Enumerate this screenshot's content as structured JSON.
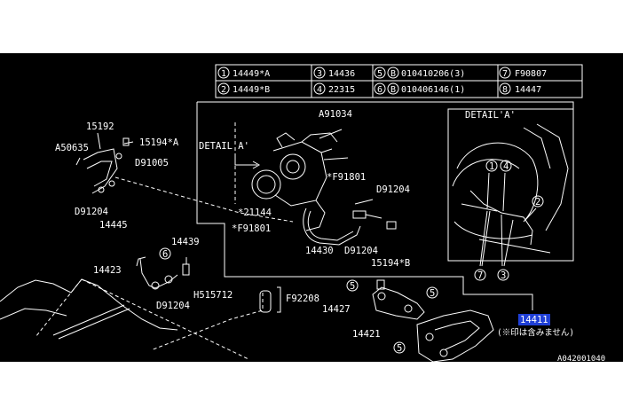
{
  "legend": [
    {
      "num": "1",
      "part": "14449*A"
    },
    {
      "num": "2",
      "part": "14449*B"
    },
    {
      "num": "3",
      "part": "14436"
    },
    {
      "num": "4",
      "part": "22315"
    },
    {
      "num": "5",
      "part": "010410206(3)"
    },
    {
      "num": "6",
      "part": "010406146(1)"
    },
    {
      "num": "7",
      "part": "F90807"
    },
    {
      "num": "8",
      "part": "14447"
    }
  ],
  "legend_fastener_prefix": "B",
  "labels": {
    "p15192": "15192",
    "pA50635": "A50635",
    "p15194A": "15194*A",
    "pD91005": "D91005",
    "pD91204a": "D91204",
    "p14445": "14445",
    "pDetailA": "DETAIL'A'",
    "pA91034": "A91034",
    "pF91801a": "*F91801",
    "pD91204b": "D91204",
    "p21144": "*21144",
    "pF91801b": "*F91801",
    "p14430": "14430",
    "pD91204c": "D91204",
    "p15194B": "15194*B",
    "p14439": "14439",
    "p14423": "14423",
    "pD91204d": "D91204",
    "pH515712": "H515712",
    "pF92208": "F92208",
    "p14427": "14427",
    "p14421": "14421",
    "pDetailA2": "DETAIL'A'",
    "p14411": "14411",
    "pNote": "(※印は含みません)",
    "pCode": "A042001040"
  },
  "callouts": {
    "c6": "6",
    "c5a": "5",
    "c5b": "5",
    "c5c": "5",
    "d1": "1",
    "d4": "4",
    "d2": "2",
    "d7": "7",
    "d3": "3"
  },
  "colors": {
    "background": "#000000",
    "line": "#ffffff",
    "highlight": "#1f3fd6"
  }
}
